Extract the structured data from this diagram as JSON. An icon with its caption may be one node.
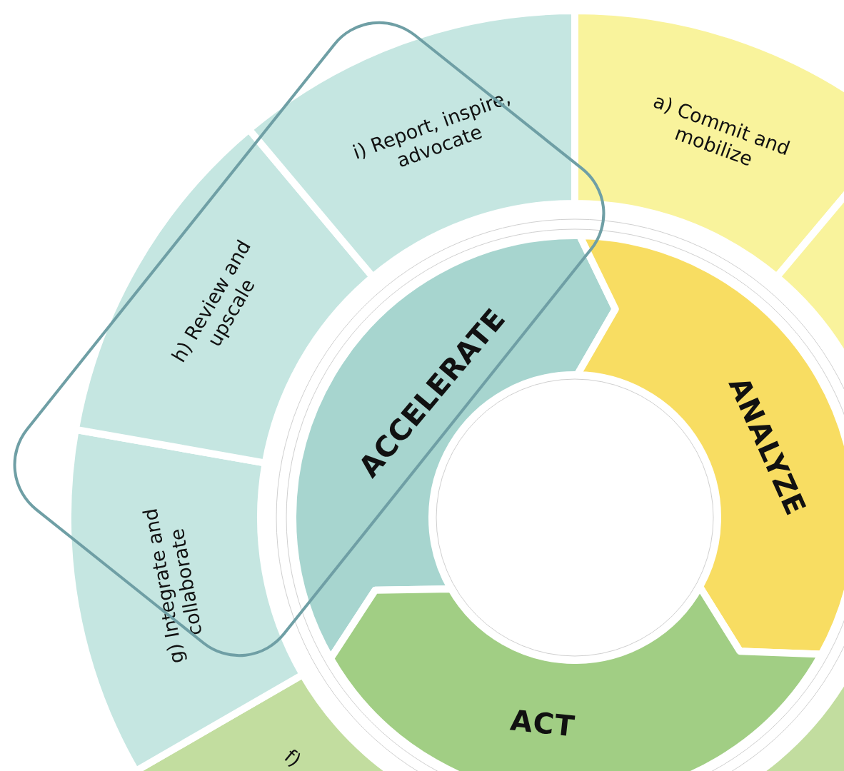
{
  "diagram": {
    "nodes": [
      {
        "text": [
          "a) Commit and mobilize"
        ]
      },
      {
        "text": [],
        "shape": "band"
      },
      {
        "text": [],
        "shape": "band"
      },
      {
        "text": [
          "f)"
        ]
      },
      {
        "text": [
          "g) Integrate and collaborate"
        ]
      },
      {
        "text": [
          "h) Review and upscale"
        ]
      },
      {
        "text": [
          "i) Report, inspire, advocate"
        ]
      },
      {
        "text": [
          "ACCELERATE"
        ]
      },
      {
        "text": [
          "ANALYZE"
        ]
      },
      {
        "text": [
          "ACT"
        ]
      },
      {
        "text": [],
        "shape": "circle"
      }
    ]
  }
}
